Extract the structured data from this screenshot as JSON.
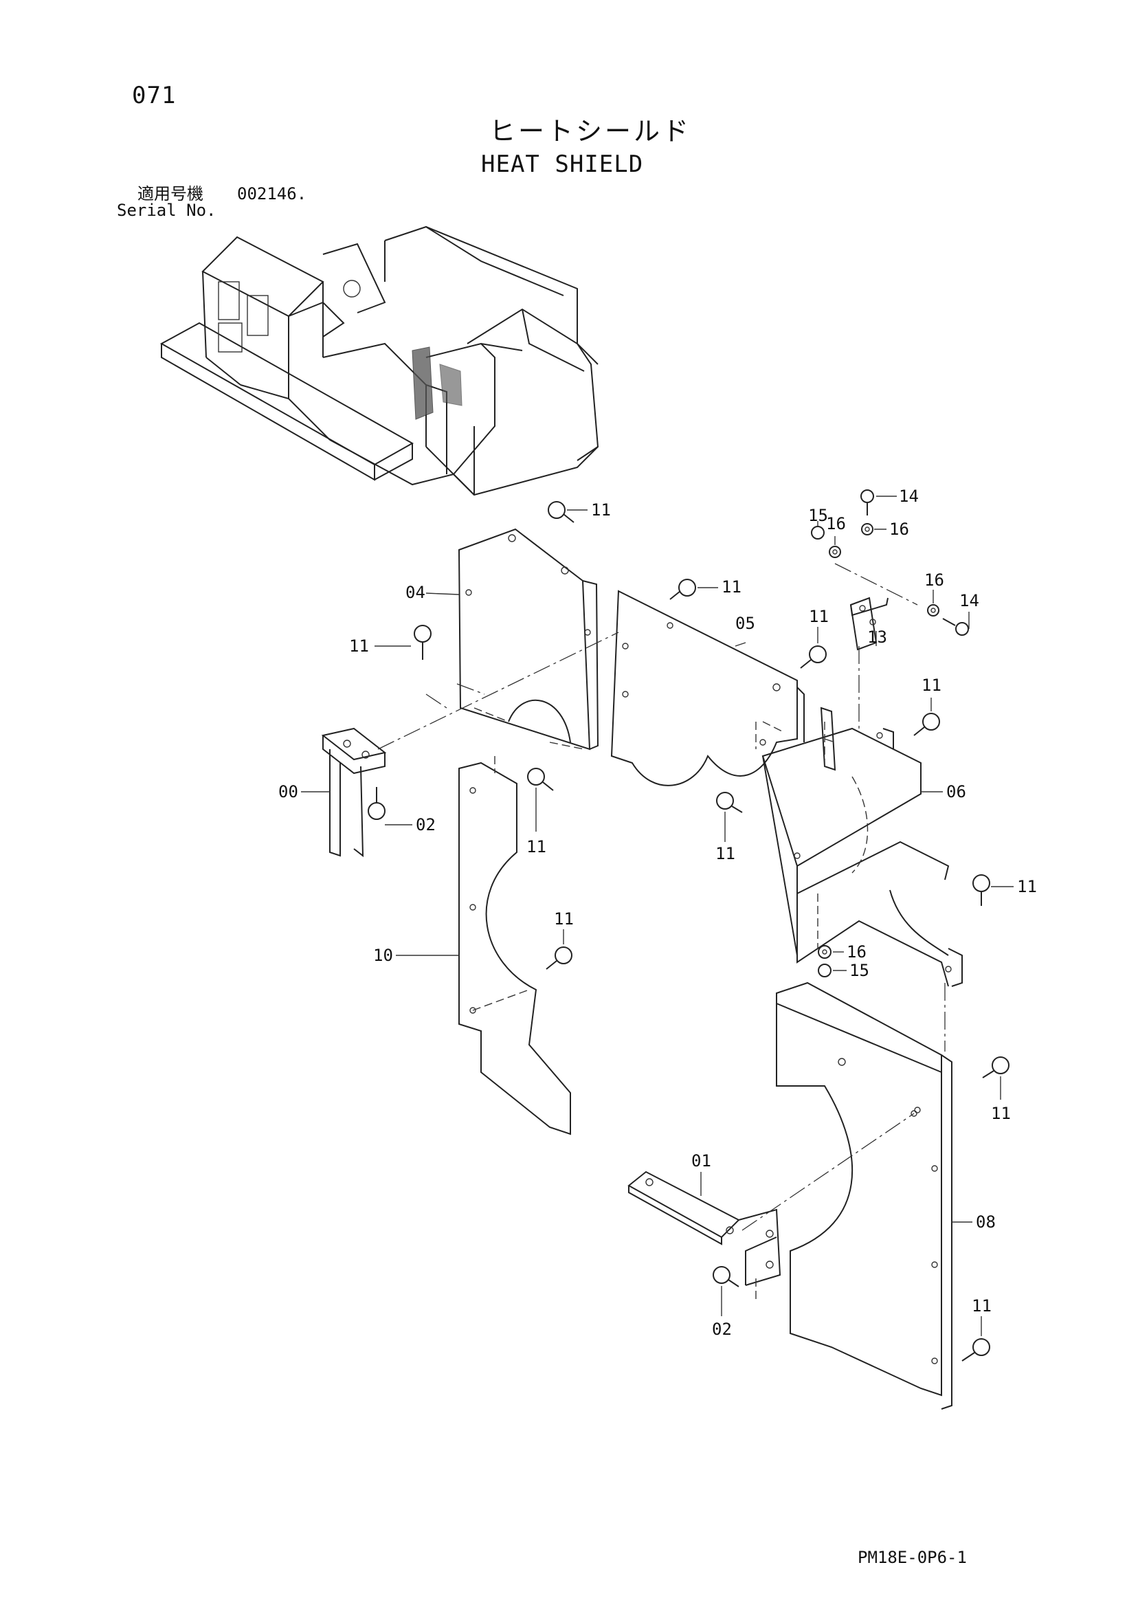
{
  "header": {
    "page_number": "071",
    "title_jp": "ヒートシールド",
    "title_en": "HEAT SHIELD",
    "serial_label_jp": "適用号機",
    "serial_value": "002146.",
    "serial_label_en": "Serial No."
  },
  "callouts": {
    "c00": "00",
    "c01": "01",
    "c02a": "02",
    "c02b": "02",
    "c04": "04",
    "c05": "05",
    "c06": "06",
    "c08": "08",
    "c10": "10",
    "c11a": "11",
    "c11b": "11",
    "c11c": "11",
    "c11d": "11",
    "c11e": "11",
    "c11f": "11",
    "c11g": "11",
    "c11h": "11",
    "c11i": "11",
    "c11j": "11",
    "c11k": "11",
    "c13": "13",
    "c14a": "14",
    "c14b": "14",
    "c15a": "15",
    "c15b": "15",
    "c16a": "16",
    "c16b": "16",
    "c16c": "16",
    "c16d": "16"
  },
  "footer": {
    "doc_code": "PM18E-0P6-1"
  }
}
